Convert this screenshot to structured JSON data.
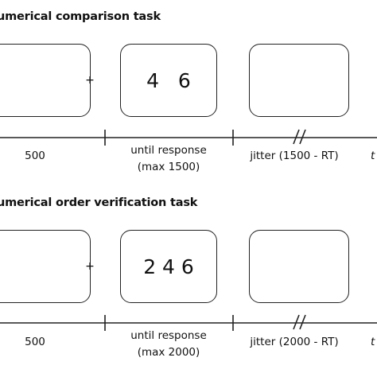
{
  "tasks": [
    {
      "title": "umerical comparison task",
      "screens": [
        "+",
        "4   6",
        ""
      ],
      "durations": {
        "fixation": "500",
        "response_line1": "until response",
        "response_line2": "(max 1500)",
        "jitter": "jitter (1500 - RT)",
        "trailing": "t"
      }
    },
    {
      "title": "umerical order verification task",
      "screens": [
        "+",
        "2 4 6",
        ""
      ],
      "durations": {
        "fixation": "500",
        "response_line1": "until response",
        "response_line2": "(max 2000)",
        "jitter": "jitter (2000 - RT)",
        "trailing": "t"
      }
    }
  ]
}
